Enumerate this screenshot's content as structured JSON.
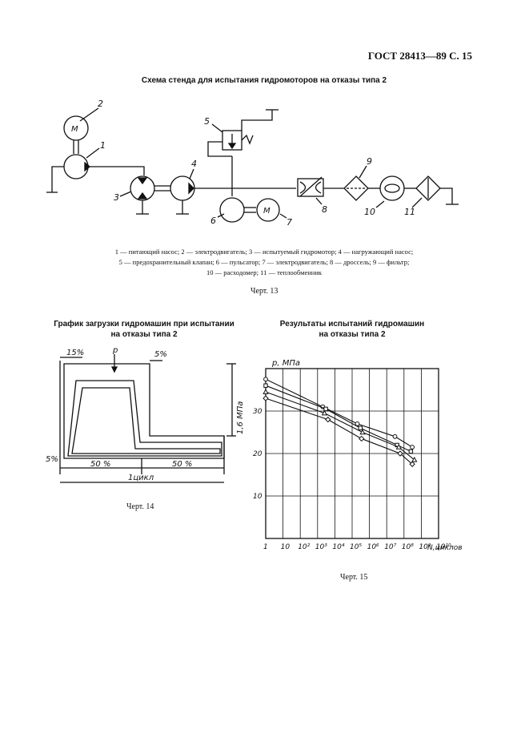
{
  "header": "ГОСТ 28413—89 С. 15",
  "scheme": {
    "title": "Схема стенда для испытания гидромоторов на отказы типа 2",
    "labels": [
      "1",
      "2",
      "3",
      "4",
      "5",
      "6",
      "7",
      "8",
      "9",
      "10",
      "11"
    ],
    "motor_letter": "М",
    "legend_lines": [
      "1 — питающий насос; 2 — электродвигатель; 3 — испытуемый гидромотор; 4 — нагружающий насос;",
      "5 — предохранительный клапан; 6 — пульсатор; 7 — электродвигатель; 8 — дроссель; 9 — фильтр;",
      "10 — расходомер; 11 — теплообменник"
    ],
    "caption": "Черт. 13"
  },
  "load_graph": {
    "title_lines": [
      "График загрузки гидромашин при испытании",
      "на отказы типа 2"
    ],
    "label_15": "15%",
    "label_p": "p",
    "label_5_top": "5%",
    "label_5_left": "5%",
    "label_pressure": "1,6 МПа",
    "label_50_left": "50 %",
    "label_50_right": "50 %",
    "label_cycle": "1цикл",
    "caption": "Черт. 14"
  },
  "results": {
    "title_lines": [
      "Результаты испытаний гидромашин",
      "на отказы типа 2"
    ],
    "caption": "Черт. 15"
  },
  "chart_data": {
    "type": "scatter",
    "ylabel": "р, МПа",
    "xlabel": "N,циклов",
    "x_tick_labels": [
      "1",
      "10",
      "10²",
      "10³",
      "10⁴",
      "10⁵",
      "10⁶",
      "10⁷",
      "10⁸",
      "10⁹",
      "10¹⁰"
    ],
    "y_tick_labels": [
      "10",
      "20",
      "30"
    ],
    "ylim": [
      0,
      40
    ],
    "x_scale": "log",
    "xlim": [
      1,
      10000000000
    ],
    "grid": true,
    "series": [
      {
        "marker": "circle",
        "x": [
          1,
          2000,
          200000,
          30000000,
          300000000
        ],
        "y": [
          37.5,
          31,
          27,
          24,
          21.5
        ]
      },
      {
        "marker": "square",
        "x": [
          1,
          3000,
          300000,
          40000000,
          250000000
        ],
        "y": [
          36,
          30.5,
          26,
          22,
          20.5
        ]
      },
      {
        "marker": "triangle",
        "x": [
          1,
          2500,
          400000,
          50000000,
          400000000
        ],
        "y": [
          34.5,
          29.5,
          25,
          21.5,
          18.5
        ]
      },
      {
        "marker": "diamond",
        "x": [
          1,
          4000,
          350000,
          60000000,
          300000000
        ],
        "y": [
          33,
          28,
          23.5,
          20,
          17.5
        ]
      }
    ]
  }
}
